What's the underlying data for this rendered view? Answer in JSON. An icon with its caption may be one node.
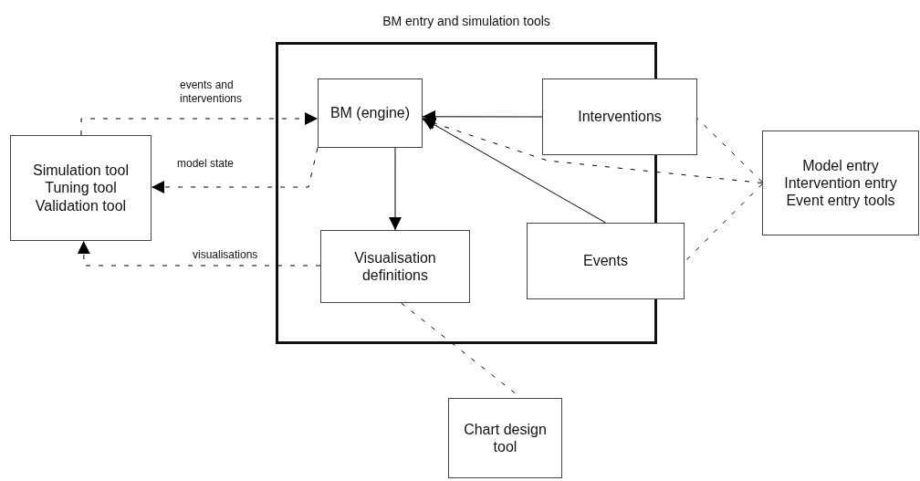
{
  "diagram": {
    "nodes": [
      {
        "text": [
          "BM entry and simulation tools"
        ]
      },
      {
        "text": [
          "BM (engine)"
        ],
        "in": 0
      },
      {
        "text": [
          "Interventions"
        ]
      },
      {
        "text": [
          "Visualisation definitions"
        ],
        "in": 0
      },
      {
        "text": [
          "Events"
        ]
      },
      {
        "text": [
          "Simulation tool Tuning tool Validation tool"
        ]
      },
      {
        "text": [
          "Model entry Intervention entry Event entry tools"
        ]
      },
      {
        "text": [
          "Chart design tool"
        ]
      }
    ],
    "edges": [
      {
        "from": 5,
        "to": 1,
        "arrow": "to",
        "label": "events and interventions",
        "style": "dashed"
      },
      {
        "from": 1,
        "to": 5,
        "arrow": "to",
        "label": "model state",
        "style": "dashed"
      },
      {
        "from": 3,
        "to": 5,
        "arrow": "to",
        "label": "visualisations",
        "style": "dashed"
      },
      {
        "from": 1,
        "to": 3,
        "arrow": "to"
      },
      {
        "from": 2,
        "to": 1,
        "arrow": "to"
      },
      {
        "from": 4,
        "to": 1,
        "arrow": "to"
      },
      {
        "from": 6,
        "to": 1,
        "arrow": "to",
        "style": "dashed"
      },
      {
        "from": 6,
        "to": 2,
        "arrow": "none",
        "style": "dashed"
      },
      {
        "from": 6,
        "to": 4,
        "arrow": "none",
        "style": "dashed"
      },
      {
        "from": 3,
        "to": 7,
        "arrow": "none",
        "style": "dashed"
      }
    ]
  }
}
